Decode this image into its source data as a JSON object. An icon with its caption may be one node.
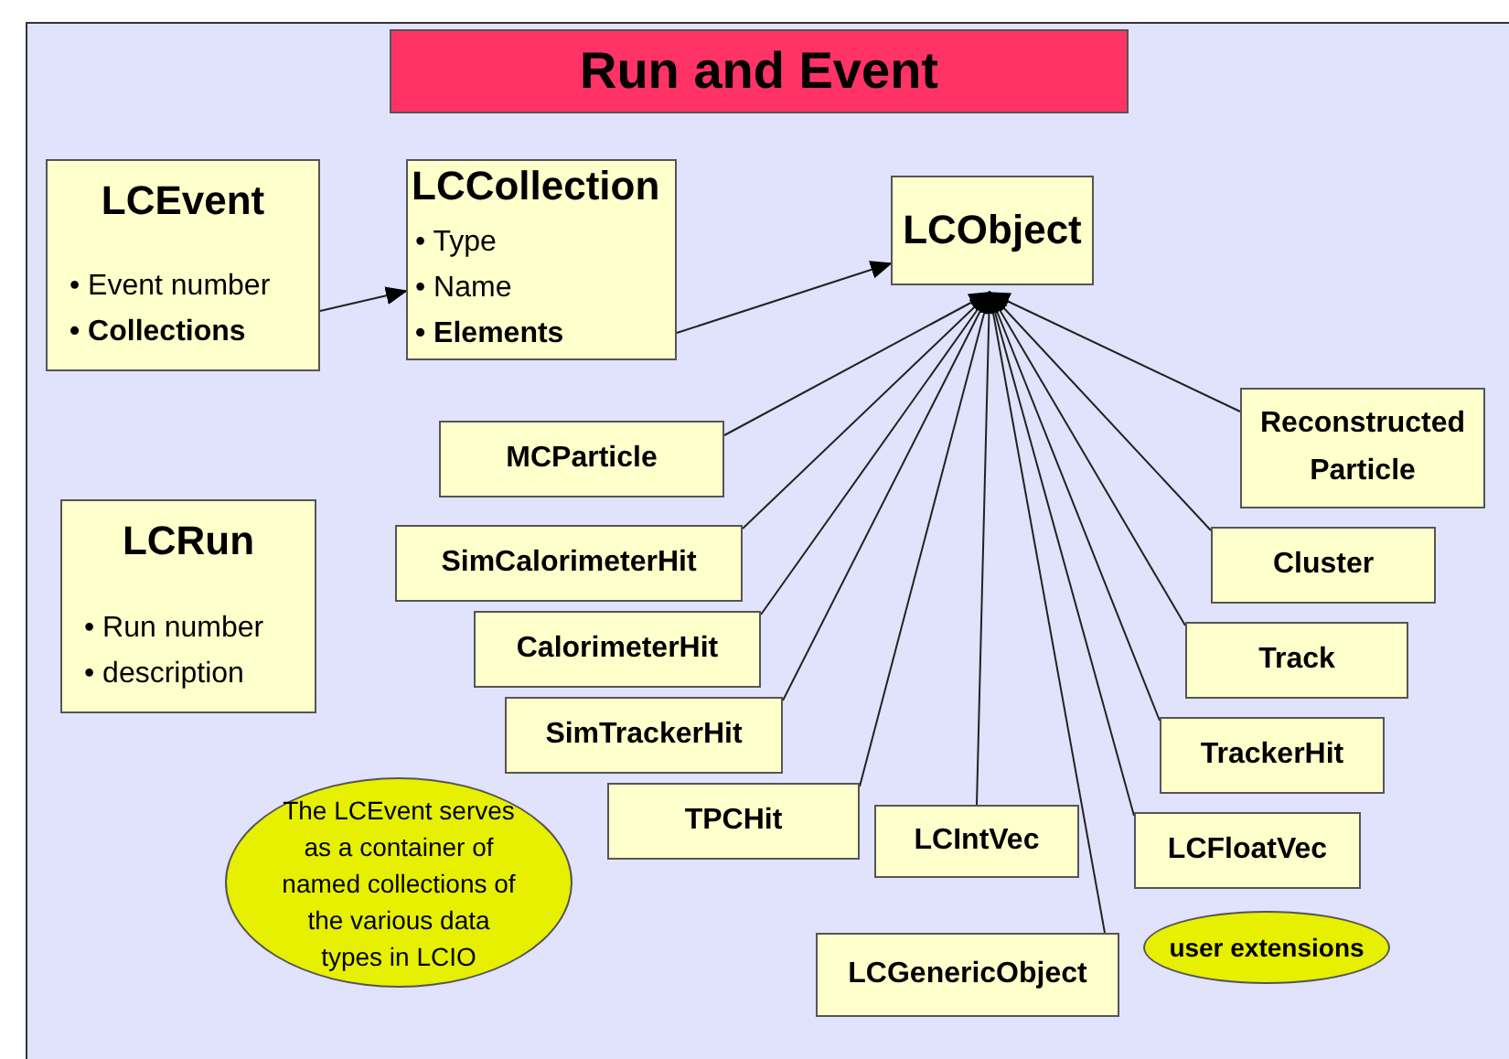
{
  "diagram": {
    "title": "Run and Event",
    "nodes": [
      {
        "text": [
          "LCEvent",
          "• Event number",
          "• Collections"
        ]
      },
      {
        "text": [
          "LCCollection",
          "• Type",
          "• Name",
          "• Elements"
        ]
      },
      {
        "text": [
          "LCObject"
        ]
      },
      {
        "text": [
          "Reconstructed Particle"
        ]
      },
      {
        "text": [
          "MCParticle"
        ]
      },
      {
        "text": [
          "SimCalorimeterHit"
        ]
      },
      {
        "text": [
          "CalorimeterHit"
        ]
      },
      {
        "text": [
          "Cluster"
        ]
      },
      {
        "text": [
          "SimTrackerHit"
        ]
      },
      {
        "text": [
          "TrackerHit"
        ]
      },
      {
        "text": [
          "Track"
        ]
      },
      {
        "text": [
          "TPCHit"
        ]
      },
      {
        "text": [
          "LCRun",
          "• Run number",
          "• description"
        ]
      },
      {
        "text": [
          "The LCEvent serves as a container of named collections of the various data types in LCIO"
        ]
      },
      {
        "text": [
          "LCIntVec"
        ]
      },
      {
        "text": [
          "LCGenericObject"
        ]
      },
      {
        "text": [
          "LCFloatVec"
        ]
      },
      {
        "text": [
          "user extensions"
        ]
      }
    ],
    "edges": [
      {
        "from": 0,
        "to": 1,
        "arrow": "to"
      },
      {
        "from": 1,
        "to": 2,
        "arrow": "to"
      },
      {
        "from": 3,
        "to": 2,
        "arrow": "to"
      },
      {
        "from": 4,
        "to": 2,
        "arrow": "to"
      },
      {
        "from": 5,
        "to": 2,
        "arrow": "to"
      },
      {
        "from": 6,
        "to": 2,
        "arrow": "to"
      },
      {
        "from": 7,
        "to": 2,
        "arrow": "to"
      },
      {
        "from": 8,
        "to": 2,
        "arrow": "to"
      },
      {
        "from": 9,
        "to": 2,
        "arrow": "to"
      },
      {
        "from": 10,
        "to": 2,
        "arrow": "to"
      },
      {
        "from": 11,
        "to": 2,
        "arrow": "to"
      },
      {
        "from": 14,
        "to": 2,
        "arrow": "to"
      },
      {
        "from": 15,
        "to": 2,
        "arrow": "to"
      },
      {
        "from": 16,
        "to": 2,
        "arrow": "to"
      }
    ]
  }
}
